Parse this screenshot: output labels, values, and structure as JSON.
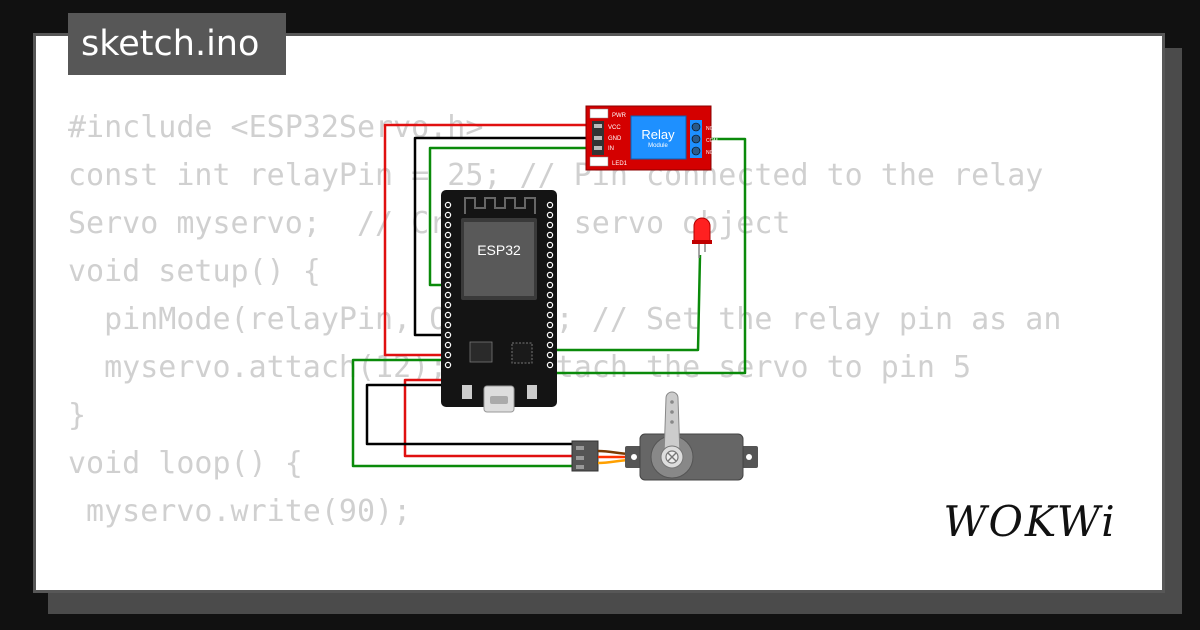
{
  "title": "sketch.ino",
  "code_lines": [
    "#include <ESP32Servo.h>",
    "const int relayPin = 25; // Pin connected to the relay",
    "Servo myservo;  // Create a servo object",
    "void setup() {",
    "  pinMode(relayPin, OUTPUT); // Set the relay pin as an",
    "  myservo.attach(12); // Attach the servo to pin 5",
    "}",
    "",
    "void loop() {",
    " myservo.write(90);"
  ],
  "relay": {
    "title": "Relay",
    "subtitle": "Module",
    "pin_labels": [
      "VCC",
      "GND",
      "IN"
    ],
    "led_labels": [
      "PWR",
      "LED1"
    ],
    "contact_labels": [
      "NO",
      "COM",
      "NC"
    ]
  },
  "esp32": {
    "label": "ESP32"
  },
  "brand": "WOKWi",
  "colors": {
    "background": "#111111",
    "card": "#ffffff",
    "tab": "#575757",
    "code_text": "#d0d0d0",
    "wire_red": "#e01010",
    "wire_black": "#000000",
    "wire_green": "#0a8a0a",
    "relay_board": "#d40000",
    "relay_block": "#1e90ff",
    "servo_body": "#555555"
  }
}
